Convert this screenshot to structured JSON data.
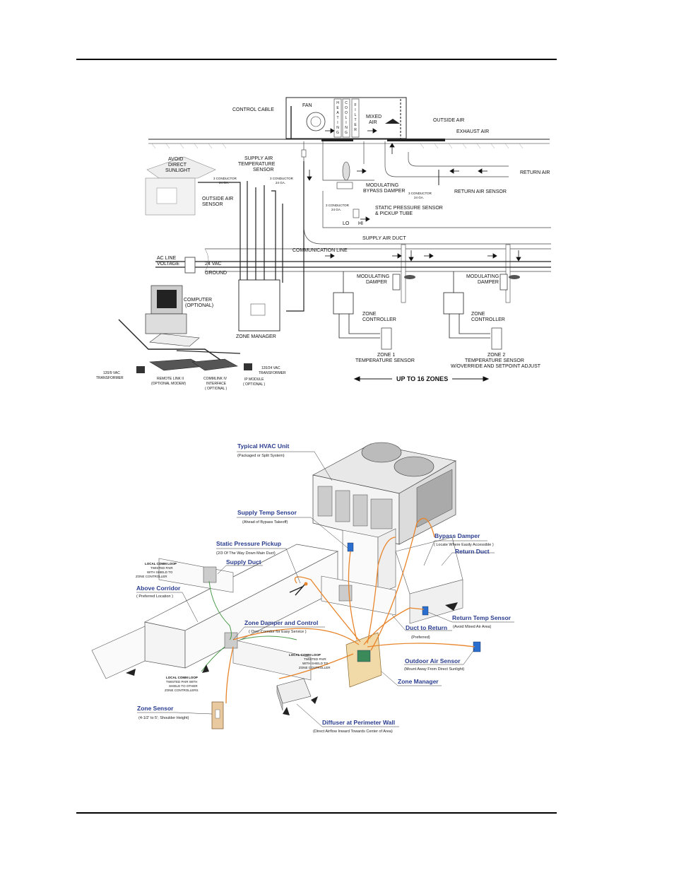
{
  "top_diagram": {
    "labels": {
      "control_cable": "CONTROL CABLE",
      "fan": "FAN",
      "heating": [
        "H",
        "E",
        "A",
        "T",
        "I",
        "N",
        "G"
      ],
      "cooling": [
        "C",
        "O",
        "O",
        "L",
        "I",
        "N",
        "G"
      ],
      "filter": [
        "F",
        "I",
        "L",
        "T",
        "E",
        "R"
      ],
      "mixed_air": [
        "MIXED",
        "AIR"
      ],
      "outside_air": "OUTSIDE AIR",
      "exhaust_air": "EXHAUST AIR",
      "avoid_direct_sunlight": [
        "AVOID",
        "DIRECT",
        "SUNLIGHT"
      ],
      "supply_air_temp_sensor": [
        "SUPPLY AIR",
        "TEMPERATURE",
        "SENSOR"
      ],
      "three_conductor_a": [
        "3 CONDUCTOR",
        "24 GA."
      ],
      "three_conductor_b": [
        "3 CONDUCTOR",
        "24 GA."
      ],
      "three_conductor_c": [
        "3 CONDUCTOR",
        "24 GA."
      ],
      "three_conductor_d": [
        "3 CONDUCTOR",
        "24 GA."
      ],
      "outside_air_sensor": [
        "OUTSIDE AIR",
        "SENSOR"
      ],
      "modulating_bypass_damper": [
        "MODULATING",
        "BYPASS DAMPER"
      ],
      "return_air": "RETURN AIR",
      "return_air_sensor": "RETURN AIR SENSOR",
      "static_pressure_sensor": [
        "STATIC PRESSURE SENSOR",
        "& PICKUP TUBE"
      ],
      "lo": "LO",
      "hi": "HI",
      "supply_air_duct": "SUPPLY AIR DUCT",
      "ac_line_voltage": [
        "AC LINE",
        "VOLTAGE"
      ],
      "vac24": "24 VAC",
      "ground": "GROUND",
      "communication_line": "COMMUNICATION LINE",
      "modulating_damper_1": [
        "MODULATING",
        "DAMPER"
      ],
      "modulating_damper_2": [
        "MODULATING",
        "DAMPER"
      ],
      "computer": [
        "COMPUTER",
        "(OPTIONAL)"
      ],
      "zone_controller_1": [
        "ZONE",
        "CONTROLLER"
      ],
      "zone_controller_2": [
        "ZONE",
        "CONTROLLER"
      ],
      "zone_manager": "ZONE MANAGER",
      "zone1_sensor": [
        "ZONE 1",
        "TEMPERATURE SENSOR"
      ],
      "zone2_sensor": [
        "ZONE 2",
        "TEMPERATURE SENSOR",
        "W/OVERRIDE AND SETPOINT ADJUST"
      ],
      "transformer_120_9": [
        "120/9 VAC",
        "TRANSFORMER"
      ],
      "remote_link": [
        "REMOTE LINK II",
        "(OPTIONAL MODEM)"
      ],
      "commlink": [
        "COMMLINK IV",
        "INTERFACE",
        "( OPTIONAL )"
      ],
      "ip_module": [
        "IP MODULE",
        "( OPTIONAL )"
      ],
      "transformer_120_24": [
        "120/24 VAC",
        "TRANSFORMER"
      ],
      "up_to_16_zones": "UP TO 16 ZONES"
    }
  },
  "bottom_diagram": {
    "callouts": {
      "typical_hvac_unit": "Typical HVAC Unit",
      "typical_hvac_unit_sub": "(Packaged or Split System)",
      "supply_temp_sensor": "Supply Temp Sensor",
      "supply_temp_sensor_sub": "(Ahead of Bypass Takeoff)",
      "static_pressure_pickup": "Static Pressure Pickup",
      "static_pressure_pickup_sub": "(2/3 Of The Way Down Main Duct)",
      "supply_duct": "Supply Duct",
      "bypass_damper": "Bypass Damper",
      "bypass_damper_sub": "( Locate Where Easily Accessible )",
      "return_duct": "Return Duct",
      "local_comm_loop_1": [
        "LOCAL COMM LOOP",
        "TWISTED PAIR",
        "WITH SHIELD TO",
        "ZONE CONTROLLER"
      ],
      "above_corridor": "Above Corridor",
      "above_corridor_sub": "( Preferred Location )",
      "zone_damper_control": "Zone Damper and Control",
      "zone_damper_control_sub": "( Over Corridor for Easy Service )",
      "duct_to_return": "Duct to Return",
      "duct_to_return_sub": "(Preferred)",
      "return_temp_sensor": "Return Temp Sensor",
      "return_temp_sensor_sub": "(Avoid Mixed Air Area)",
      "local_comm_loop_2": [
        "LOCAL COMM LOOP",
        "TWISTED PAIR",
        "WITH SHIELD TO",
        "ZONE CONTROLLER"
      ],
      "local_comm_loop_3": [
        "LOCAL COMM LOOP",
        "TWISTED PAIR WITH",
        "SHIELD TO OTHER",
        "ZONE CONTROLLERS"
      ],
      "outdoor_air_sensor": "Outdoor Air Sensor",
      "outdoor_air_sensor_sub": "(Mount Away From Direct Sunlight)",
      "zone_manager": "Zone Manager",
      "zone_sensor": "Zone Sensor",
      "zone_sensor_sub": "(4-1/2' to 5'; Shoulder Height)",
      "diffuser": "Diffuser at Perimeter Wall",
      "diffuser_sub": "(Direct Airflow Inward Towards Center of Area)"
    }
  },
  "colors": {
    "wire_orange": "#e8842a",
    "wire_green": "#4a9a4a",
    "sensor_blue": "#2a6fd0",
    "label_blue": "#2a3d8f",
    "zone_manager_fill": "#f2d9a8"
  }
}
